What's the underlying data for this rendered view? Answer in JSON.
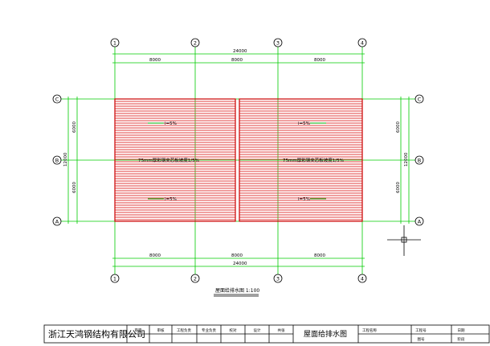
{
  "grid": {
    "columns": [
      "1",
      "2",
      "3",
      "4"
    ],
    "rows": [
      "C",
      "B",
      "A"
    ]
  },
  "dimensions": {
    "top_total": "24000",
    "top_spans": [
      "8000",
      "8000",
      "8000"
    ],
    "bottom_total": "24000",
    "bottom_spans": [
      "8000",
      "8000",
      "8000"
    ],
    "left_spans": [
      "6000",
      "6000"
    ],
    "left_total": "12000",
    "right_spans": [
      "6000",
      "6000"
    ],
    "right_total": "12000"
  },
  "roof": {
    "slope_label": "i=5%",
    "left_note": "75mm厚彩钢夹芯板坡度1/5%",
    "right_note": "75mm厚彩钢夹芯板坡度1/5%"
  },
  "drawing_title": "屋面给排水图 1:100",
  "title_block": {
    "company": "浙江天鸿钢结构有限公司",
    "cells": [
      "审定",
      "审核",
      "工程负责",
      "专业负责",
      "校对",
      "设计",
      "共张"
    ],
    "drawing_name": "屋面给排水图",
    "project_label": "工程名称",
    "project_no_label": "工程号",
    "drawing_no_label": "图号",
    "date_label": "日期",
    "stage_label": "阶段"
  },
  "colors": {
    "grid": "#00cc00",
    "roof": "#cc0000"
  }
}
